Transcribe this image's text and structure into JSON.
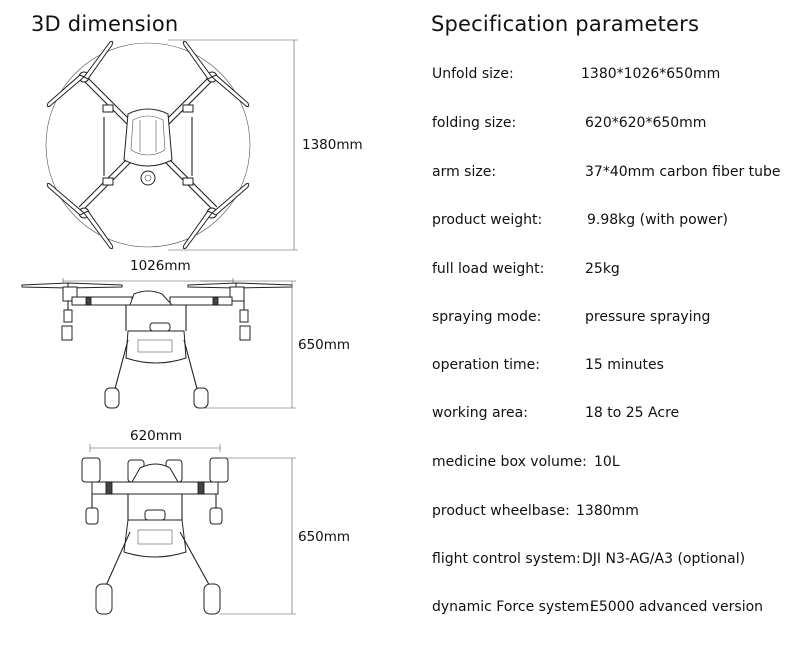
{
  "left_title": "3D dimension",
  "right_title": "Specification parameters",
  "dimensions": {
    "top_view_diameter": "1380mm",
    "front_view_width": "1026mm",
    "front_view_height": "650mm",
    "folded_view_width": "620mm",
    "folded_view_height": "650mm"
  },
  "specs": [
    {
      "label": "Unfold size:",
      "value": "1380*1026*650mm"
    },
    {
      "label": "folding size:",
      "value": "620*620*650mm"
    },
    {
      "label": "arm size:",
      "value": "37*40mm carbon fiber tube"
    },
    {
      "label": "product weight:",
      "value": "9.98kg (with power)"
    },
    {
      "label": "full load weight:",
      "value": "25kg"
    },
    {
      "label": "spraying mode:",
      "value": "pressure spraying"
    },
    {
      "label": "operation time:",
      "value": "15 minutes"
    },
    {
      "label": "working area:",
      "value": "18 to 25 Acre"
    },
    {
      "label": "medicine box volume:",
      "value": "10L"
    },
    {
      "label": "product wheelbase:",
      "value": "1380mm"
    },
    {
      "label": "flight control system:",
      "value": "DJI N3-AG/A3 (optional)"
    },
    {
      "label": "dynamic Force system:",
      "value": "E5000 advanced version"
    }
  ]
}
